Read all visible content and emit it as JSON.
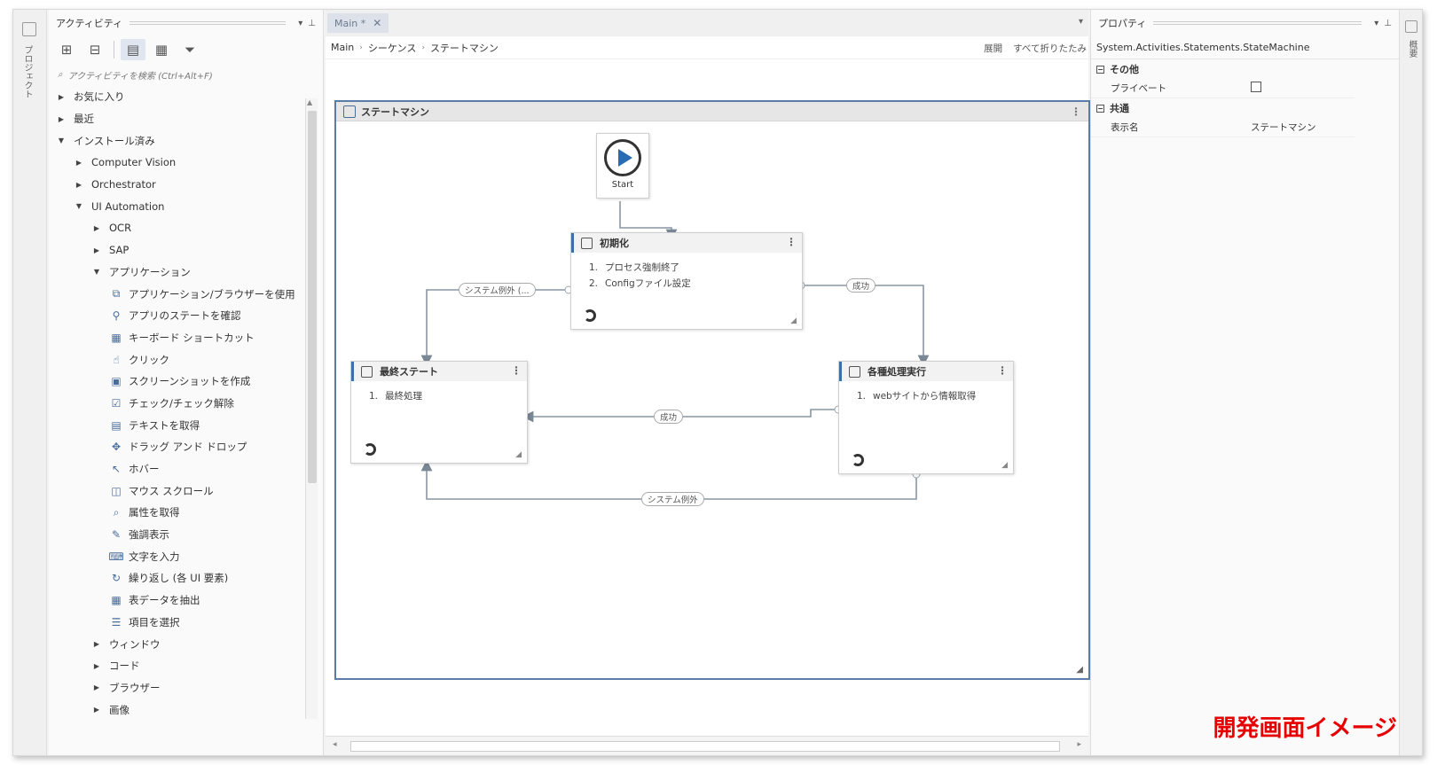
{
  "left_dock": {
    "vertical_label": "プロジェクト"
  },
  "activities": {
    "title": "アクティビティ",
    "search_placeholder": "アクティビティを検索 (Ctrl+Alt+F)",
    "tree": [
      {
        "label": "お気に入り",
        "level": 0,
        "arrow": "right"
      },
      {
        "label": "最近",
        "level": 0,
        "arrow": "right"
      },
      {
        "label": "インストール済み",
        "level": 0,
        "arrow": "down"
      },
      {
        "label": "Computer Vision",
        "level": 1,
        "arrow": "right"
      },
      {
        "label": "Orchestrator",
        "level": 1,
        "arrow": "right"
      },
      {
        "label": "UI Automation",
        "level": 1,
        "arrow": "down"
      },
      {
        "label": "OCR",
        "level": 2,
        "arrow": "right"
      },
      {
        "label": "SAP",
        "level": 2,
        "arrow": "right"
      },
      {
        "label": "アプリケーション",
        "level": 2,
        "arrow": "down"
      },
      {
        "label": "アプリケーション/ブラウザーを使用",
        "level": 3,
        "icon": "⧉"
      },
      {
        "label": "アプリのステートを確認",
        "level": 3,
        "icon": "⚲"
      },
      {
        "label": "キーボード ショートカット",
        "level": 3,
        "icon": "▦"
      },
      {
        "label": "クリック",
        "level": 3,
        "icon": "☝"
      },
      {
        "label": "スクリーンショットを作成",
        "level": 3,
        "icon": "▣"
      },
      {
        "label": "チェック/チェック解除",
        "level": 3,
        "icon": "☑"
      },
      {
        "label": "テキストを取得",
        "level": 3,
        "icon": "▤"
      },
      {
        "label": "ドラッグ アンド ドロップ",
        "level": 3,
        "icon": "✥"
      },
      {
        "label": "ホバー",
        "level": 3,
        "icon": "↖"
      },
      {
        "label": "マウス スクロール",
        "level": 3,
        "icon": "◫"
      },
      {
        "label": "属性を取得",
        "level": 3,
        "icon": "⌕"
      },
      {
        "label": "強調表示",
        "level": 3,
        "icon": "✎"
      },
      {
        "label": "文字を入力",
        "level": 3,
        "icon": "⌨"
      },
      {
        "label": "繰り返し (各 UI 要素)",
        "level": 3,
        "icon": "↻"
      },
      {
        "label": "表データを抽出",
        "level": 3,
        "icon": "▦"
      },
      {
        "label": "項目を選択",
        "level": 3,
        "icon": "☰"
      },
      {
        "label": "ウィンドウ",
        "level": 2,
        "arrow": "right"
      },
      {
        "label": "コード",
        "level": 2,
        "arrow": "right"
      },
      {
        "label": "ブラウザー",
        "level": 2,
        "arrow": "right"
      },
      {
        "label": "画像",
        "level": 2,
        "arrow": "right"
      }
    ]
  },
  "designer": {
    "tab_label": "Main *",
    "breadcrumb": [
      "Main",
      "シーケンス",
      "ステートマシン"
    ],
    "expand_label": "展開",
    "collapse_all_label": "すべて折りたたみ",
    "state_machine_title": "ステートマシン",
    "start_label": "Start",
    "states": {
      "init": {
        "title": "初期化",
        "items": [
          "プロセス強制終了",
          "Configファイル設定"
        ]
      },
      "final": {
        "title": "最終ステート",
        "items": [
          "最終処理"
        ]
      },
      "process": {
        "title": "各種処理実行",
        "items": [
          "webサイトから情報取得"
        ]
      }
    },
    "transitions": {
      "init_to_final": "システム例外 (...",
      "init_to_process": "成功",
      "process_to_final_success": "成功",
      "process_to_final_error": "システム例外"
    }
  },
  "properties": {
    "title": "プロパティ",
    "type_name": "System.Activities.Statements.StateMachine",
    "categories": [
      {
        "name": "その他",
        "rows": [
          {
            "key": "プライベート",
            "type": "checkbox"
          }
        ]
      },
      {
        "name": "共通",
        "rows": [
          {
            "key": "表示名",
            "value": "ステートマシン"
          }
        ]
      }
    ]
  },
  "right_dock": {
    "vertical_label": "概要"
  },
  "caption": "開発画面イメージ"
}
